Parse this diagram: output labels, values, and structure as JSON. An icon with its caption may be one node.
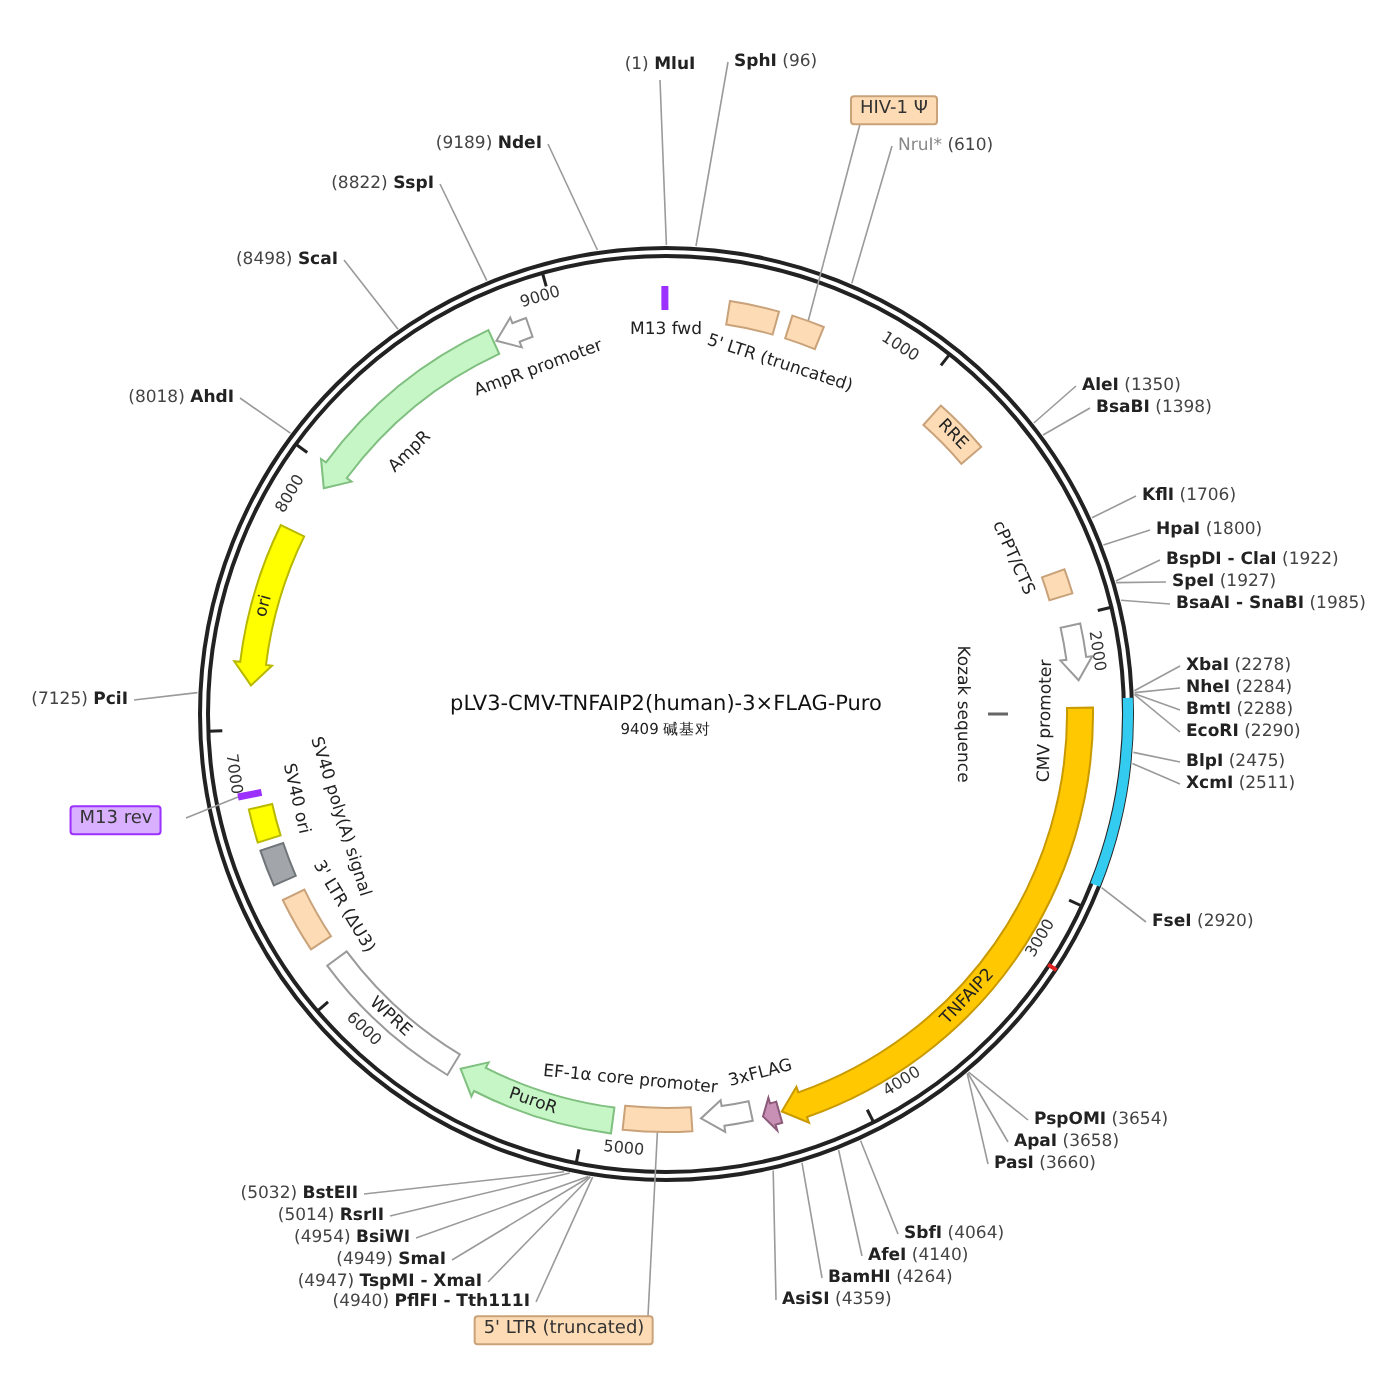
{
  "diagram": {
    "title": "pLV3-CMV-TNFAIP2(human)-3×FLAG-Puro",
    "nodes": [
      {
        "text": [
          "M13 fwd"
        ]
      },
      {
        "text": [
          "5' LTR (truncated)"
        ]
      },
      {
        "text": [],
        "shape": "box"
      },
      {
        "text": [
          "RRE"
        ]
      },
      {
        "text": [
          "cPPT/CTS"
        ]
      },
      {
        "text": [
          "CMV promoter"
        ]
      },
      {
        "text": [
          "Kozak sequence"
        ]
      },
      {
        "text": [
          "TNFAIP2"
        ]
      },
      {
        "text": [
          "3xFLAG"
        ]
      },
      {
        "text": [
          "EF-1α core promoter"
        ]
      },
      {
        "text": [],
        "shape": "box"
      },
      {
        "text": [
          "PuroR"
        ]
      },
      {
        "text": [
          "WPRE"
        ]
      },
      {
        "text": [
          "3' LTR (ΔU3)"
        ]
      },
      {
        "text": [
          "SV40 poly(A) signal"
        ]
      },
      {
        "text": [
          "SV40 ori"
        ]
      },
      {
        "text": [],
        "shape": "bar"
      },
      {
        "text": [
          "ori"
        ]
      },
      {
        "text": [
          "AmpR"
        ]
      },
      {
        "text": [
          "AmpR promoter"
        ]
      },
      {
        "text": [
          "HIV-1 Ψ"
        ]
      },
      {
        "text": [
          "5' LTR (truncated)"
        ]
      },
      {
        "text": [
          "M13 rev"
        ]
      },
      {
        "text": [
          "(1)",
          "MluI"
        ]
      },
      {
        "text": [
          "SphI",
          "(96)"
        ]
      },
      {
        "text": [
          "NruI*",
          "(610)"
        ]
      },
      {
        "text": [
          "AleI",
          "(1350)"
        ]
      },
      {
        "text": [
          "BsaBI",
          "(1398)"
        ]
      },
      {
        "text": [
          "KflI",
          "(1706)"
        ]
      },
      {
        "text": [
          "HpaI",
          "(1800)"
        ]
      },
      {
        "text": [
          "BspDI - ClaI",
          "(1922)"
        ]
      },
      {
        "text": [
          "SpeI",
          "(1927)"
        ]
      },
      {
        "text": [
          "BsaAI - SnaBI",
          "(1985)"
        ]
      },
      {
        "text": [
          "XbaI",
          "(2278)"
        ]
      },
      {
        "text": [
          "NheI",
          "(2284)"
        ]
      },
      {
        "text": [
          "BmtI",
          "(2288)"
        ]
      },
      {
        "text": [
          "EcoRI",
          "(2290)"
        ]
      },
      {
        "text": [
          "BlpI",
          "(2475)"
        ]
      },
      {
        "text": [
          "XcmI",
          "(2511)"
        ]
      },
      {
        "text": [
          "FseI",
          "(2920)"
        ]
      },
      {
        "text": [
          "PspOMI",
          "(3654)"
        ]
      },
      {
        "text": [
          "ApaI",
          "(3658)"
        ]
      },
      {
        "text": [
          "PasI",
          "(3660)"
        ]
      },
      {
        "text": [
          "SbfI",
          "(4064)"
        ]
      },
      {
        "text": [
          "AfeI",
          "(4140)"
        ]
      },
      {
        "text": [
          "BamHI",
          "(4264)"
        ]
      },
      {
        "text": [
          "AsiSI",
          "(4359)"
        ]
      },
      {
        "text": [
          "(4940)",
          "PflFI - Tth111I"
        ]
      },
      {
        "text": [
          "(4947)",
          "TspMI - XmaI"
        ]
      },
      {
        "text": [
          "(4949)",
          "SmaI"
        ]
      },
      {
        "text": [
          "(4954)",
          "BsiWI"
        ]
      },
      {
        "text": [
          "(5014)",
          "RsrII"
        ]
      },
      {
        "text": [
          "(5032)",
          "BstEII"
        ]
      },
      {
        "text": [
          "(7125)",
          "PciI"
        ]
      },
      {
        "text": [
          "(8018)",
          "AhdI"
        ]
      },
      {
        "text": [
          "(8498)",
          "ScaI"
        ]
      },
      {
        "text": [
          "(8822)",
          "SspI"
        ]
      },
      {
        "text": [
          "(9189)",
          "NdeI"
        ]
      }
    ],
    "edges": [
      {
        "from": 20,
        "to": 2,
        "arrow": "none"
      },
      {
        "from": 21,
        "to": 10,
        "arrow": "none"
      },
      {
        "from": 22,
        "to": 16,
        "arrow": "none"
      },
      {
        "from": 23,
        "to": null,
        "arrow": "none"
      },
      {
        "from": 24,
        "to": null,
        "arrow": "none"
      },
      {
        "from": 25,
        "to": null,
        "arrow": "none"
      },
      {
        "from": 26,
        "to": null,
        "arrow": "none"
      },
      {
        "from": 27,
        "to": null,
        "arrow": "none"
      },
      {
        "from": 28,
        "to": null,
        "arrow": "none"
      },
      {
        "from": 29,
        "to": null,
        "arrow": "none"
      },
      {
        "from": 30,
        "to": null,
        "arrow": "none"
      },
      {
        "from": 31,
        "to": null,
        "arrow": "none"
      },
      {
        "from": 32,
        "to": null,
        "arrow": "none"
      },
      {
        "from": 33,
        "to": null,
        "arrow": "none"
      },
      {
        "from": 34,
        "to": null,
        "arrow": "none"
      },
      {
        "from": 35,
        "to": null,
        "arrow": "none"
      },
      {
        "from": 36,
        "to": null,
        "arrow": "none"
      },
      {
        "from": 37,
        "to": null,
        "arrow": "none"
      },
      {
        "from": 38,
        "to": null,
        "arrow": "none"
      },
      {
        "from": 39,
        "to": null,
        "arrow": "none"
      },
      {
        "from": 40,
        "to": null,
        "arrow": "none"
      },
      {
        "from": 41,
        "to": null,
        "arrow": "none"
      },
      {
        "from": 42,
        "to": null,
        "arrow": "none"
      },
      {
        "from": 43,
        "to": null,
        "arrow": "none"
      },
      {
        "from": 44,
        "to": null,
        "arrow": "none"
      },
      {
        "from": 45,
        "to": null,
        "arrow": "none"
      },
      {
        "from": 46,
        "to": null,
        "arrow": "none"
      },
      {
        "from": 47,
        "to": null,
        "arrow": "none"
      },
      {
        "from": 48,
        "to": null,
        "arrow": "none"
      },
      {
        "from": 49,
        "to": null,
        "arrow": "none"
      },
      {
        "from": 50,
        "to": null,
        "arrow": "none"
      },
      {
        "from": 51,
        "to": null,
        "arrow": "none"
      },
      {
        "from": 52,
        "to": null,
        "arrow": "none"
      },
      {
        "from": 53,
        "to": null,
        "arrow": "none"
      },
      {
        "from": 54,
        "to": null,
        "arrow": "none"
      },
      {
        "from": 55,
        "to": null,
        "arrow": "none"
      },
      {
        "from": 56,
        "to": null,
        "arrow": "none"
      },
      {
        "from": 57,
        "to": null,
        "arrow": "none"
      }
    ],
    "labels": [
      "9409 碱基对",
      "1000",
      "2000",
      "3000",
      "4000",
      "5000",
      "6000",
      "7000",
      "8000",
      "9000"
    ]
  }
}
